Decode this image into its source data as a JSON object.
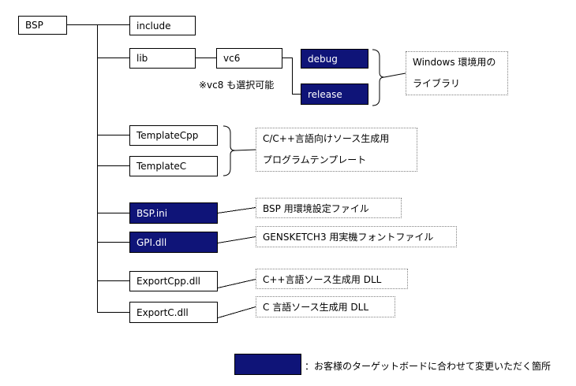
{
  "nodes": {
    "bsp": "BSP",
    "include": "include",
    "lib": "lib",
    "vc6": "vc6",
    "debug": "debug",
    "release": "release",
    "template_cpp": "TemplateCpp",
    "template_c": "TemplateC",
    "bsp_ini": "BSP.ini",
    "gpi_dll": "GPI.dll",
    "export_cpp_dll": "ExportCpp.dll",
    "export_c_dll": "ExportC.dll"
  },
  "vc8_note": "※vc8 も選択可能",
  "notes": {
    "windows_lib_line1": "Windows 環境用の",
    "windows_lib_line2": "ライブラリ",
    "template_line1": "C/C++言語向けソース生成用",
    "template_line2": "プログラムテンプレート",
    "bsp_ini": "BSP 用環境設定ファイル",
    "gpi_dll": "GENSKETCH3 用実機フォントファイル",
    "export_cpp_dll": "C++言語ソース生成用 DLL",
    "export_c_dll": "C 言語ソース生成用 DLL"
  },
  "legend": {
    "text": "：お客様のターゲットボードに合わせて変更いただく箇所"
  },
  "colors": {
    "highlight_fill": "#0f1478",
    "note_border": "#808080"
  }
}
